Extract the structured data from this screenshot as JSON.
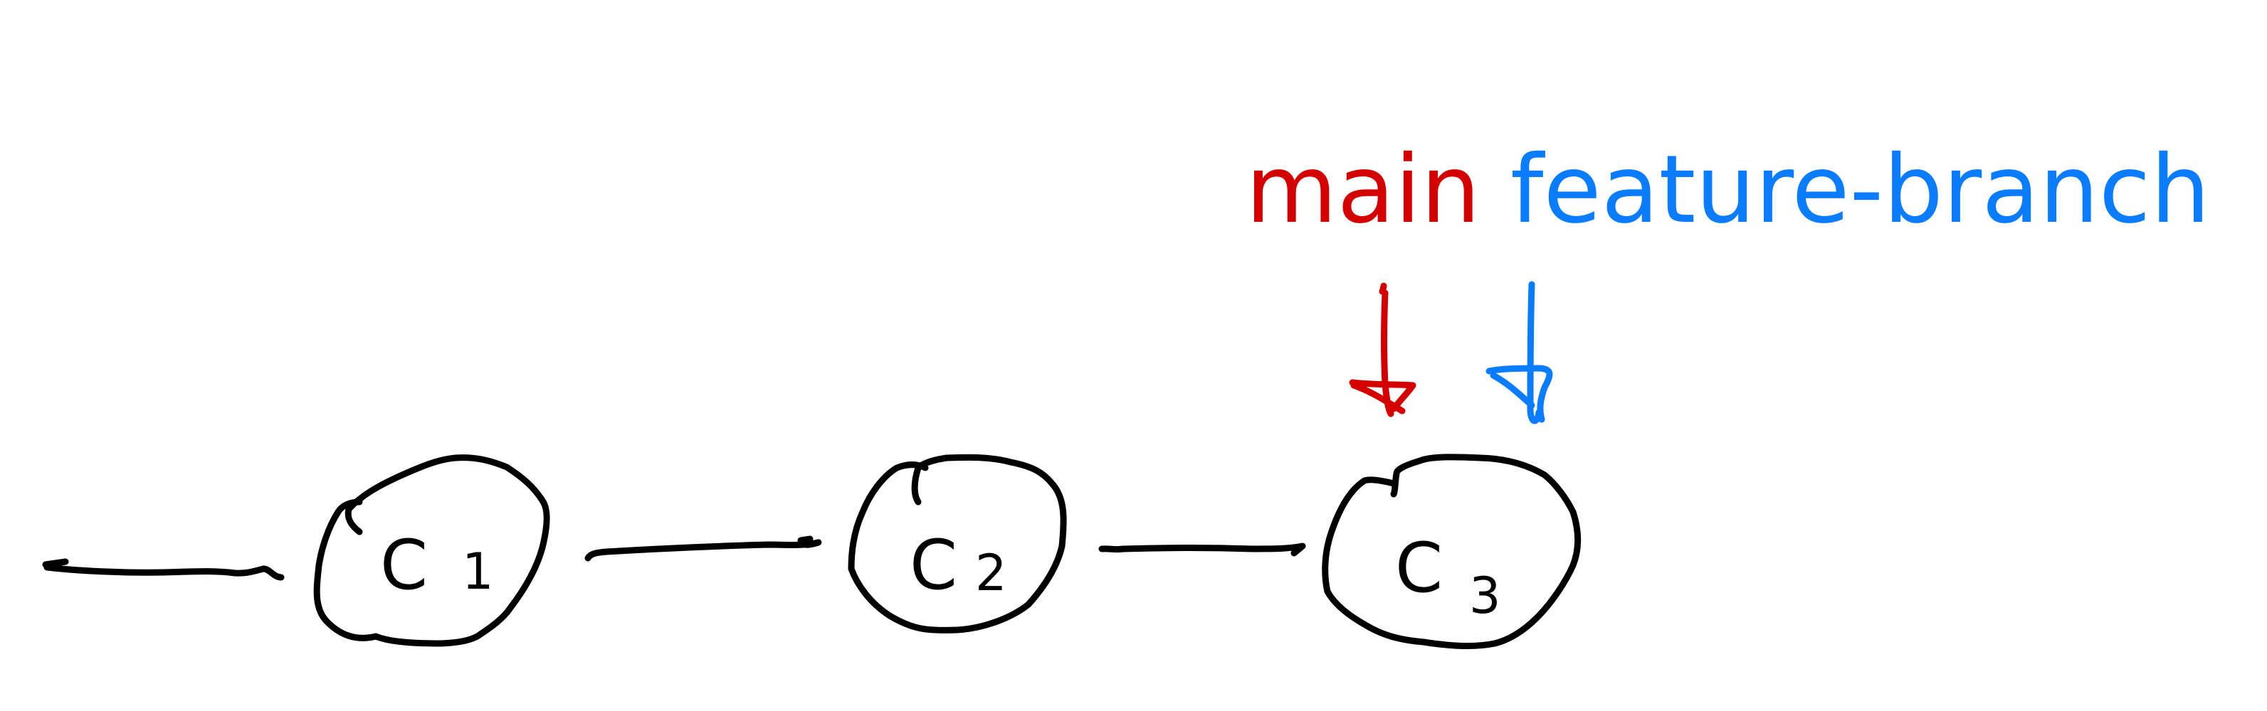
{
  "commits": [
    {
      "label_main": "C",
      "label_sub": "1"
    },
    {
      "label_main": "C",
      "label_sub": "2"
    },
    {
      "label_main": "C",
      "label_sub": "3"
    }
  ],
  "branches": [
    {
      "name": "main",
      "color": "#d40000"
    },
    {
      "name": "feature-branch",
      "color": "#0a7cff"
    }
  ],
  "colors": {
    "ink": "#000000",
    "background": "#ffffff"
  }
}
